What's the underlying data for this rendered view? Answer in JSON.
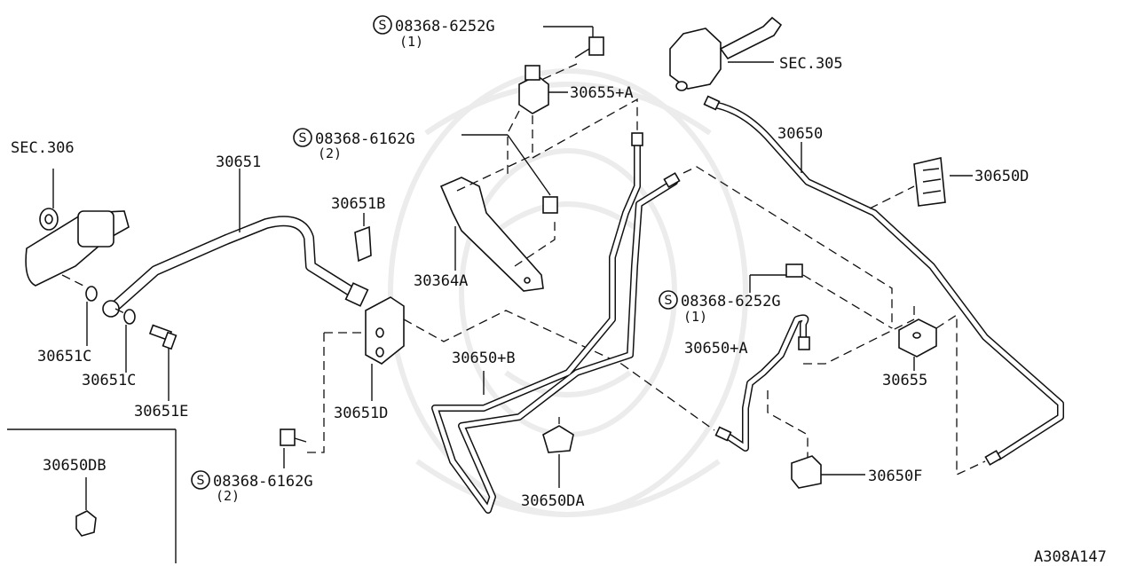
{
  "labels": {
    "sec305": "SEC.305",
    "sec306": "SEC.306",
    "bolt_top": "08368-6252G",
    "bolt_top_qty": "(1)",
    "bolt_mid": "08368-6162G",
    "bolt_mid_qty": "(2)",
    "bolt_right": "08368-6252G",
    "bolt_right_qty": "(1)",
    "bolt_bottom": "08368-6162G",
    "bolt_bottom_qty": "(2)",
    "p30655A": "30655+A",
    "p30650": "30650",
    "p30650D": "30650D",
    "p30651": "30651",
    "p30651B": "30651B",
    "p30364A": "30364A",
    "p30651C_1": "30651C",
    "p30651C_2": "30651C",
    "p30651E": "30651E",
    "p30651D": "30651D",
    "p30650B": "30650+B",
    "p30650A": "30650+A",
    "p30655": "30655",
    "p30650F": "30650F",
    "p30650DA": "30650DA",
    "p30650DB": "30650DB",
    "diagram_code": "A308A147"
  },
  "symbols": {
    "standard_part": "S"
  }
}
